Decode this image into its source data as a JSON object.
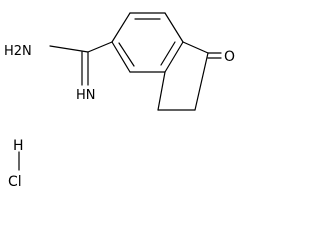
{
  "molecule": {
    "atoms": {
      "amine": "H2N",
      "imine": "HN",
      "ketone_oxygen": "O",
      "hydrogen": "H",
      "chlorine": "Cl"
    }
  },
  "colors": {
    "bond": "#000000",
    "label": "#000000",
    "background": "#ffffff"
  }
}
